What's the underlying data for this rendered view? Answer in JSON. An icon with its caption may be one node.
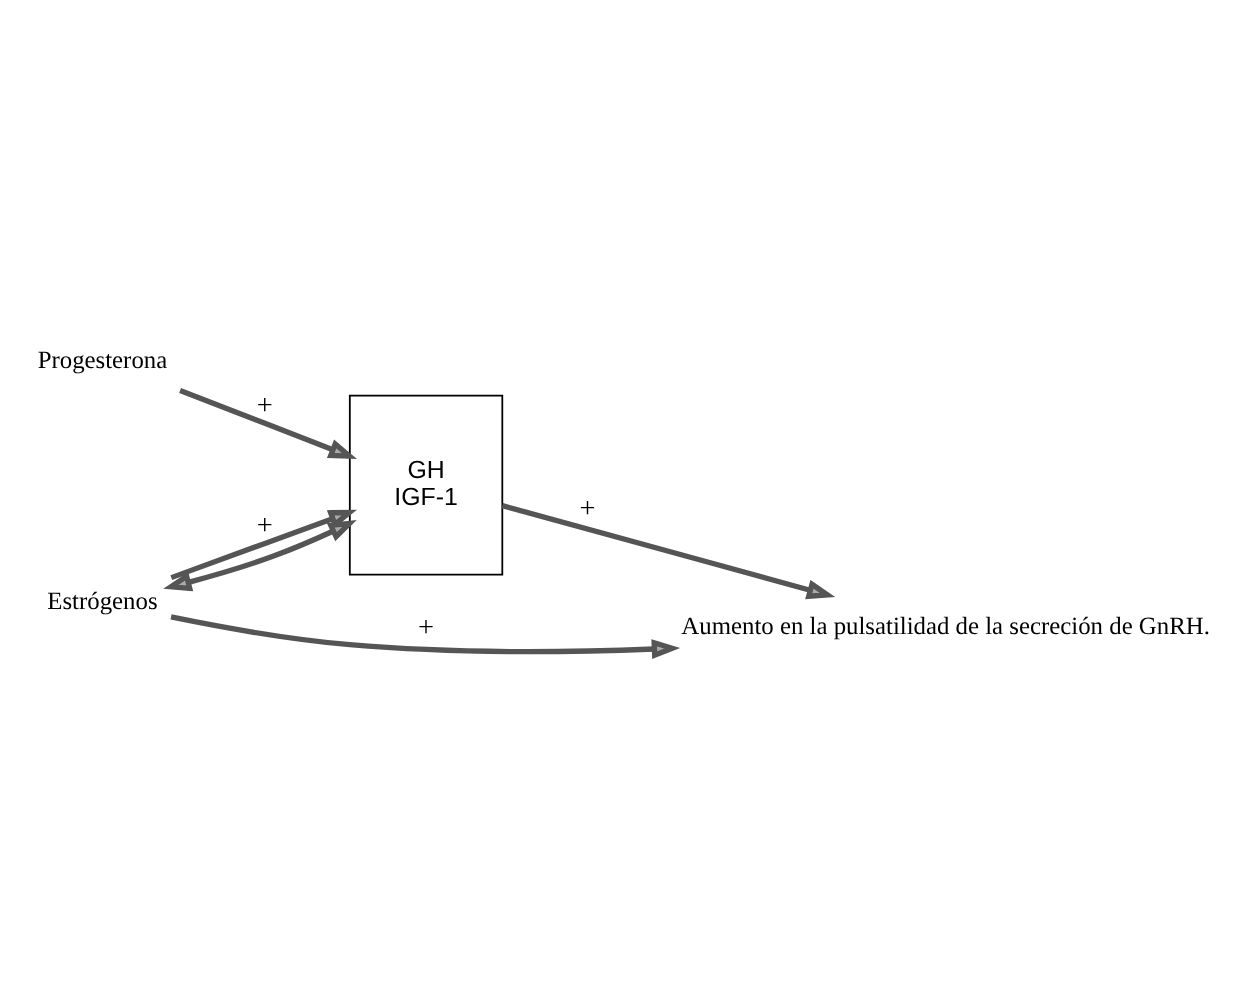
{
  "diagram": {
    "nodes": [
      {
        "text": [
          "Progesterona"
        ]
      },
      {
        "text": [
          "Estrógenos"
        ]
      },
      {
        "text": [
          "GH",
          "IGF-1"
        ]
      },
      {
        "text": [
          "Aumento en la pulsatilidad de la secreción de GnRH."
        ]
      }
    ],
    "edges": [
      {
        "from": 0,
        "to": 2,
        "arrow": "to",
        "label": "+"
      },
      {
        "from": 1,
        "to": 2,
        "arrow": "to",
        "label": "+"
      },
      {
        "from": 1,
        "to": 2,
        "arrow": "both"
      },
      {
        "from": 1,
        "to": 3,
        "arrow": "to",
        "label": "+"
      },
      {
        "from": 2,
        "to": 3,
        "arrow": "to",
        "label": "+"
      }
    ]
  }
}
